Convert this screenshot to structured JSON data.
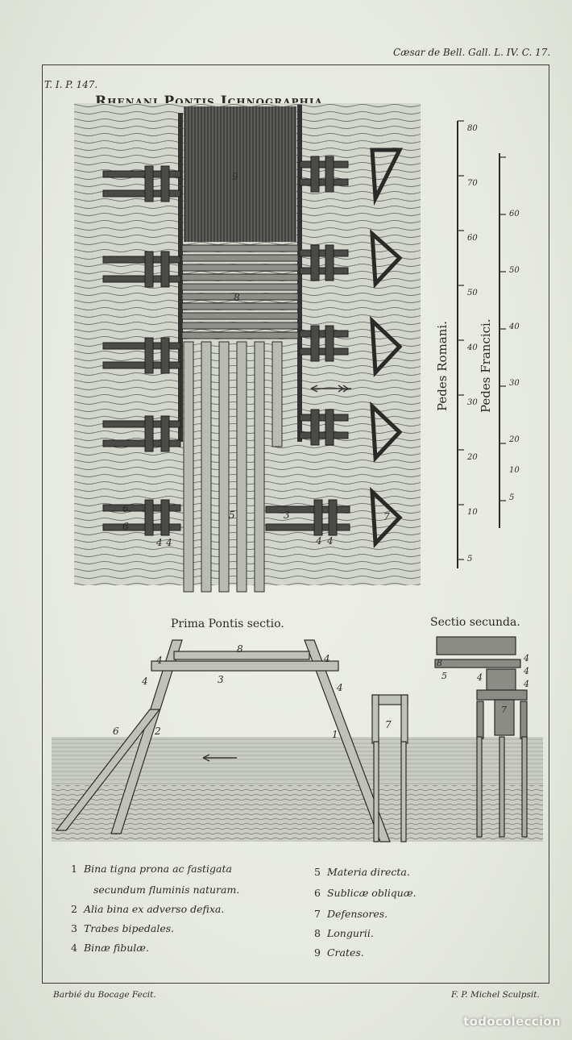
{
  "header": {
    "citation": "Cæsar de Bell. Gall. L. IV. C. 17.",
    "plate_number": "T. I. P. 147.",
    "title": "Rhenani Pontis Ichnographia."
  },
  "plan": {
    "numbers": [
      "9",
      "8",
      "6",
      "6",
      "5",
      "3",
      "4",
      "4",
      "4",
      "4",
      "7"
    ]
  },
  "scales": {
    "romani": {
      "label": "Pedes Romani.",
      "ticks": [
        "5",
        "10",
        "20",
        "30",
        "40",
        "50",
        "60",
        "70",
        "80"
      ]
    },
    "francici": {
      "label": "Pedes Francici.",
      "ticks": [
        "5",
        "10",
        "20",
        "30",
        "40",
        "50",
        "60"
      ]
    }
  },
  "sections": {
    "prima": {
      "label": "Prima Pontis sectio.",
      "numbers": [
        "8",
        "4",
        "4",
        "4",
        "4",
        "3",
        "6",
        "2",
        "1",
        "7"
      ]
    },
    "secunda": {
      "label": "Sectio secunda.",
      "numbers": [
        "8",
        "5",
        "4",
        "4",
        "4",
        "4",
        "7"
      ]
    }
  },
  "legend": [
    {
      "num": "1",
      "text": "Bina tigna prona ac fastigata"
    },
    {
      "num": "",
      "text": "secundum fluminis naturam."
    },
    {
      "num": "2",
      "text": "Alia bina ex adverso defixa."
    },
    {
      "num": "3",
      "text": "Trabes bipedales."
    },
    {
      "num": "4",
      "text": "Binæ fibulæ."
    },
    {
      "num": "5",
      "text": "Materia directa."
    },
    {
      "num": "6",
      "text": "Sublicæ obliquæ."
    },
    {
      "num": "7",
      "text": "Defensores."
    },
    {
      "num": "8",
      "text": "Longurii."
    },
    {
      "num": "9",
      "text": "Crates."
    }
  ],
  "credits": {
    "left": "Barbié du Bocage Fecit.",
    "right": "F. P. Michel Sculpsit."
  },
  "watermark": "todocoleccion",
  "colors": {
    "ink": "#2a2a28",
    "paper": "#e9ece3",
    "water": "#cfd3c8"
  }
}
